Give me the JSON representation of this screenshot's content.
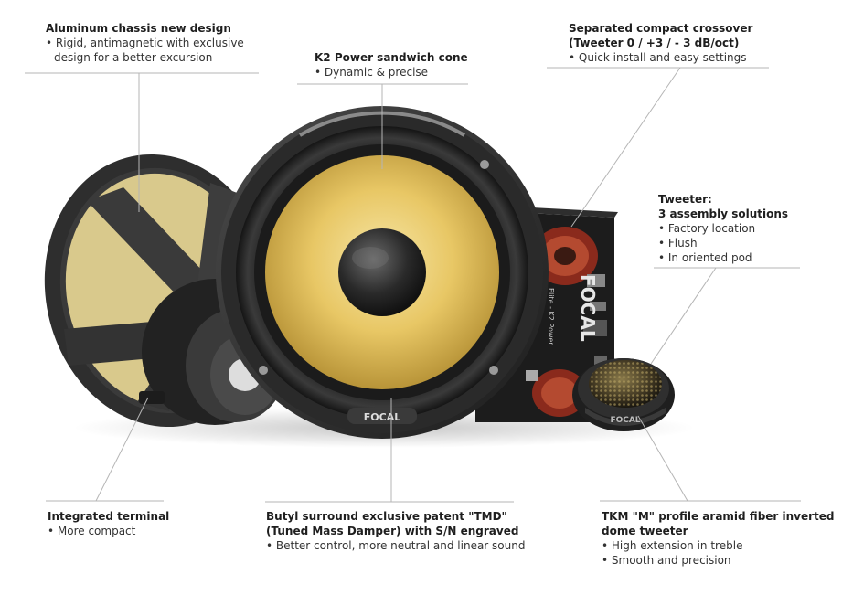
{
  "annotations": {
    "aluminum": {
      "title": "Aluminum chassis new design",
      "bullets": [
        "• Rigid, antimagnetic with exclusive",
        "design for a better excursion"
      ]
    },
    "cone": {
      "title": "K2 Power sandwich cone",
      "bullets": [
        "• Dynamic & precise"
      ]
    },
    "crossover": {
      "title_lines": [
        "Separated compact crossover",
        "(Tweeter 0 / +3 / - 3 dB/oct)"
      ],
      "bullets": [
        "• Quick install and easy settings"
      ]
    },
    "tweeter": {
      "title_lines": [
        "Tweeter:",
        "3 assembly solutions"
      ],
      "bullets": [
        "• Factory location",
        "• Flush",
        "• In oriented pod"
      ]
    },
    "terminal": {
      "title": "Integrated terminal",
      "bullets": [
        "• More compact"
      ]
    },
    "butyl": {
      "title_lines": [
        "Butyl surround exclusive patent \"TMD\"",
        "(Tuned Mass Damper) with S/N engraved"
      ],
      "bullets": [
        "• Better control, more neutral and linear sound"
      ]
    },
    "tkm": {
      "title_lines": [
        "TKM \"M\" profile aramid fiber inverted",
        "dome tweeter"
      ],
      "bullets": [
        "• High extension in treble",
        "• Smooth and precision"
      ]
    }
  },
  "product_labels": {
    "brand": "FOCAL",
    "crossover_series": "Elite - K2 Power"
  },
  "colors": {
    "cone_yellow": "#e9c96a",
    "chassis_dark": "#2b2b2b",
    "leader_line": "#b5b5b5"
  }
}
